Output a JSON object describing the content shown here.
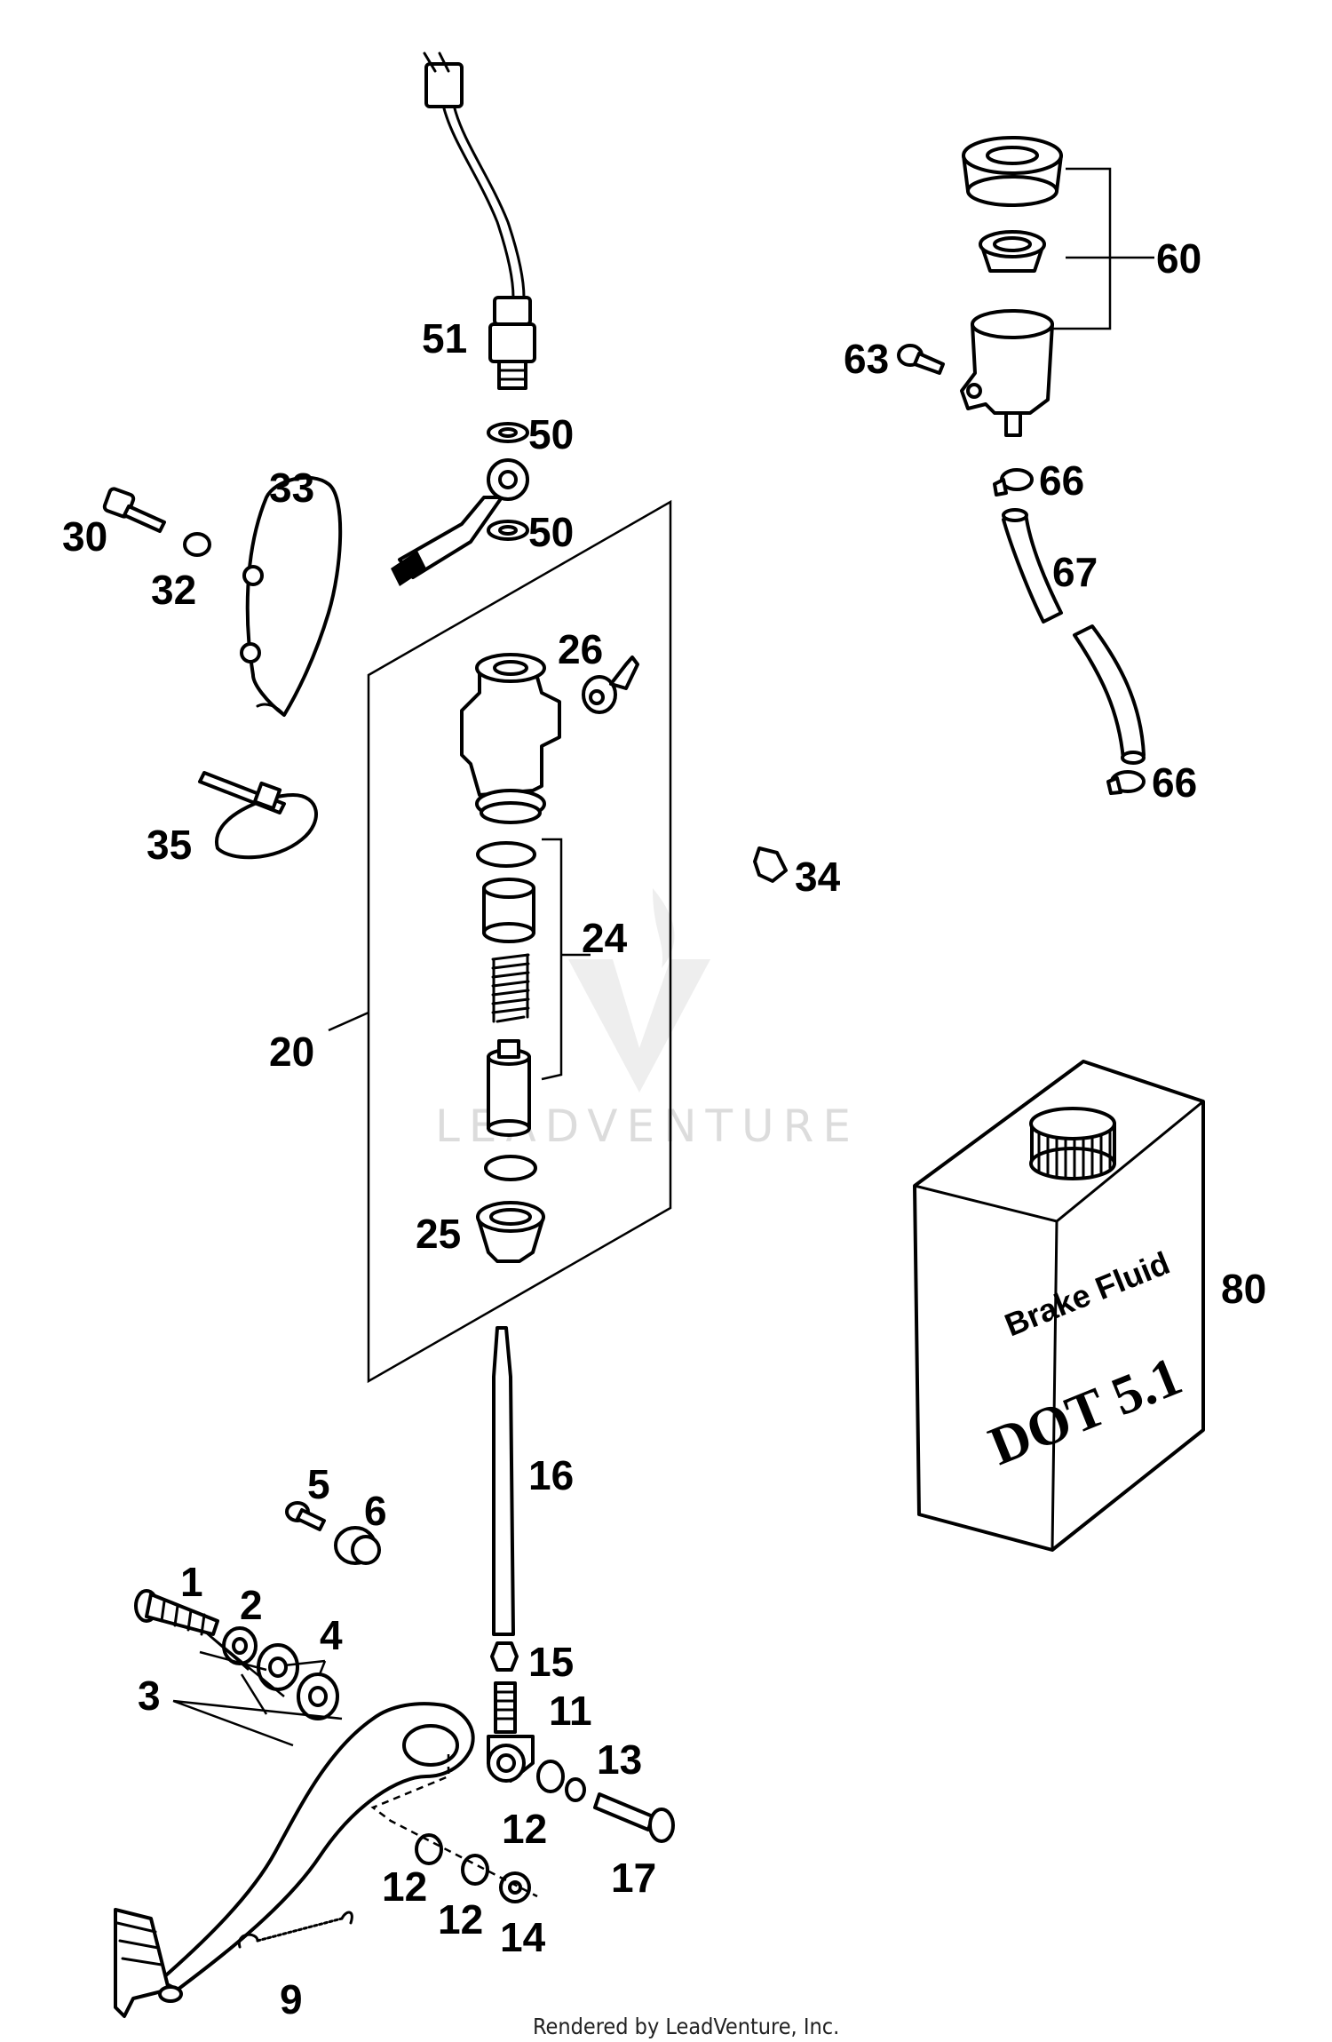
{
  "diagram": {
    "callouts": [
      {
        "id": "c51",
        "text": "51"
      },
      {
        "id": "c50a",
        "text": "50"
      },
      {
        "id": "c50b",
        "text": "50"
      },
      {
        "id": "c33",
        "text": "33"
      },
      {
        "id": "c30",
        "text": "30"
      },
      {
        "id": "c32",
        "text": "32"
      },
      {
        "id": "c26",
        "text": "26"
      },
      {
        "id": "c35",
        "text": "35"
      },
      {
        "id": "c24",
        "text": "24"
      },
      {
        "id": "c20",
        "text": "20"
      },
      {
        "id": "c25",
        "text": "25"
      },
      {
        "id": "c34",
        "text": "34"
      },
      {
        "id": "c60",
        "text": "60"
      },
      {
        "id": "c63",
        "text": "63"
      },
      {
        "id": "c66a",
        "text": "66"
      },
      {
        "id": "c67",
        "text": "67"
      },
      {
        "id": "c66b",
        "text": "66"
      },
      {
        "id": "c80",
        "text": "80"
      },
      {
        "id": "c16",
        "text": "16"
      },
      {
        "id": "c5",
        "text": "5"
      },
      {
        "id": "c6",
        "text": "6"
      },
      {
        "id": "c1",
        "text": "1"
      },
      {
        "id": "c2",
        "text": "2"
      },
      {
        "id": "c4",
        "text": "4"
      },
      {
        "id": "c3",
        "text": "3"
      },
      {
        "id": "c15",
        "text": "15"
      },
      {
        "id": "c11",
        "text": "11"
      },
      {
        "id": "c13",
        "text": "13"
      },
      {
        "id": "c12a",
        "text": "12"
      },
      {
        "id": "c17",
        "text": "17"
      },
      {
        "id": "c12b",
        "text": "12"
      },
      {
        "id": "c12c",
        "text": "12"
      },
      {
        "id": "c14",
        "text": "14"
      },
      {
        "id": "c9",
        "text": "9"
      }
    ],
    "fluid_label": {
      "line1": "Brake Fluid",
      "line2": "DOT 5.1"
    },
    "watermark": "LEADVENTURE",
    "footer": "Rendered by LeadVenture, Inc."
  }
}
